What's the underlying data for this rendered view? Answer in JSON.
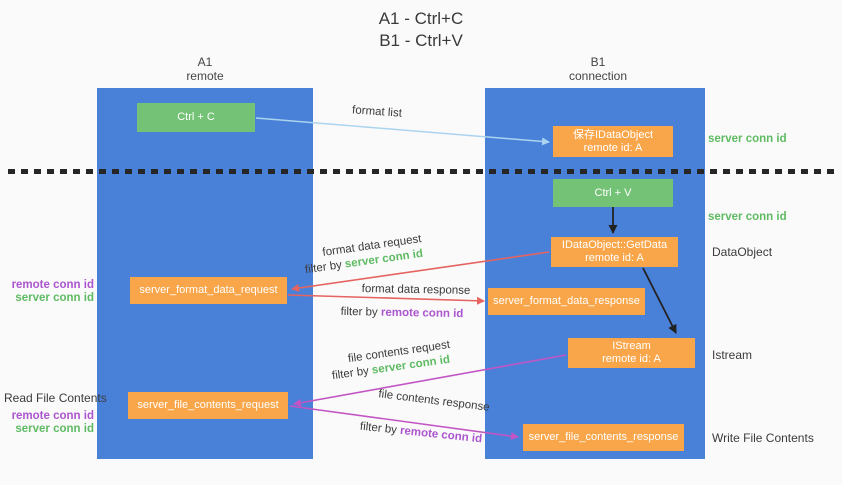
{
  "title": {
    "line1": "A1 - Ctrl+C",
    "line2": "B1 - Ctrl+V"
  },
  "columns": {
    "left": {
      "name": "A1",
      "subtitle": "remote"
    },
    "right": {
      "name": "B1",
      "subtitle": "connection"
    }
  },
  "nodes": {
    "ctrl_c": {
      "label": "Ctrl + C"
    },
    "save_idataobject": {
      "line1": "保存IDataObject",
      "line2": "remote id: A"
    },
    "ctrl_v": {
      "label": "Ctrl + V"
    },
    "getdata": {
      "line1": "IDataObject::GetData",
      "line2": "remote id: A"
    },
    "format_request": {
      "label": "server_format_data_request"
    },
    "format_response": {
      "label": "server_format_data_response"
    },
    "istream": {
      "line1": "IStream",
      "line2": "remote id: A"
    },
    "file_request": {
      "label": "server_file_contents_request"
    },
    "file_response": {
      "label": "server_file_contents_response"
    }
  },
  "flow_labels": {
    "format_list": "format list",
    "format_data_request": "format data request",
    "format_data_response": "format data response",
    "file_contents_request": "file contents request",
    "file_contents_response": "file contents response",
    "filter_by": "filter by",
    "server_conn_id": "server conn id",
    "remote_conn_id": "remote conn id"
  },
  "side_labels": {
    "server_conn_id_top": "server conn id",
    "server_conn_id_mid": "server conn id",
    "dataobject": "DataObject",
    "istream": "Istream",
    "write_file_contents": "Write File Contents",
    "read_file_contents": "Read File Contents",
    "remote_conn_id_fmt": "remote conn id",
    "server_conn_id_fmt": "server conn id",
    "remote_conn_id_file": "remote conn id",
    "server_conn_id_file": "server conn id"
  },
  "colors": {
    "bg": "#fafafa",
    "column_blue": "#4a81d8",
    "box_green": "#74c275",
    "box_orange": "#f9a64a",
    "text_green": "#5fbb63",
    "text_purple": "#ab55ce",
    "arrow_red": "#e56360",
    "arrow_magenta": "#c255c4",
    "arrow_lightblue": "#aad4f0",
    "arrow_black": "#222222"
  }
}
